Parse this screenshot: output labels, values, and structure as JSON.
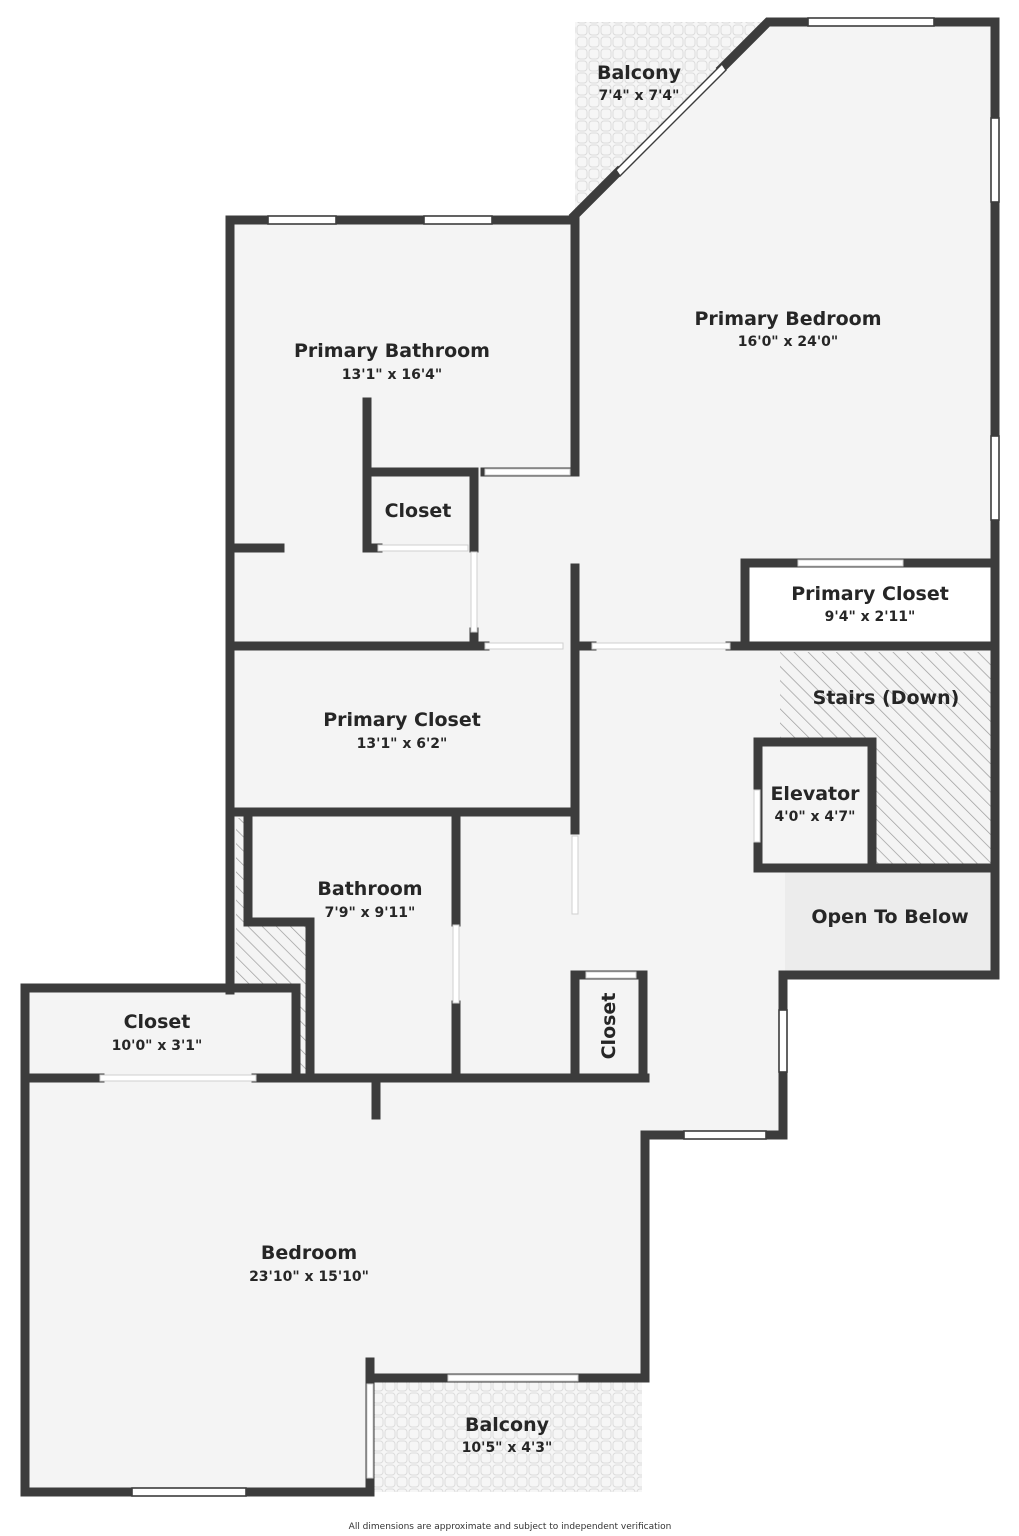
{
  "colors": {
    "floor": "#f4f4f4",
    "wall": "#3c3c3c",
    "open_to_below": "#ececec",
    "hatch": "#9a9a9a",
    "tile": "#dcdcdc"
  },
  "rooms": {
    "balcony_top": {
      "name": "Balcony",
      "dim": "7'4\" x 7'4\""
    },
    "primary_bedroom": {
      "name": "Primary Bedroom",
      "dim": "16'0\" x 24'0\""
    },
    "primary_bathroom": {
      "name": "Primary Bathroom",
      "dim": "13'1\" x 16'4\""
    },
    "closet_small": {
      "name": "Closet"
    },
    "primary_closet_right": {
      "name": "Primary Closet",
      "dim": "9'4\" x 2'11\""
    },
    "primary_closet_left": {
      "name": "Primary Closet",
      "dim": "13'1\" x 6'2\""
    },
    "stairs": {
      "name": "Stairs (Down)"
    },
    "elevator": {
      "name": "Elevator",
      "dim": "4'0\" x 4'7\""
    },
    "open_to_below": {
      "name": "Open To Below"
    },
    "bathroom": {
      "name": "Bathroom",
      "dim": "7'9\" x 9'11\""
    },
    "closet_left": {
      "name": "Closet",
      "dim": "10'0\" x 3'1\""
    },
    "closet_hall": {
      "name": "Closet"
    },
    "bedroom": {
      "name": "Bedroom",
      "dim": "23'10\" x 15'10\""
    },
    "balcony_bottom": {
      "name": "Balcony",
      "dim": "10'5\" x 4'3\""
    }
  },
  "footer": "All dimensions are approximate and subject to independent verification"
}
